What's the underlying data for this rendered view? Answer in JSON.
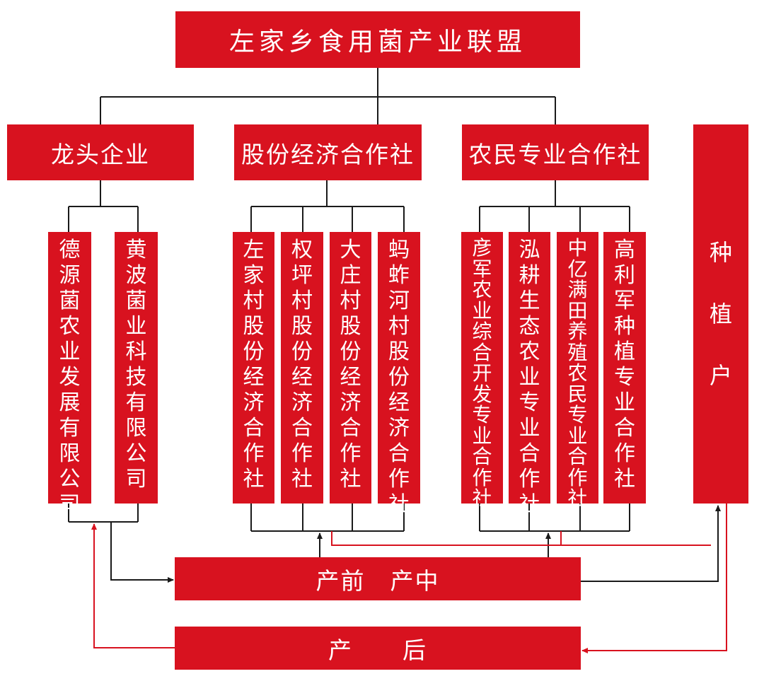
{
  "title": "左家乡食用菌产业联盟",
  "categories": {
    "leader": "龙头企业",
    "shareholding": "股份经济合作社",
    "farmer": "农民专业合作社",
    "grower": "种植户"
  },
  "companies": [
    "德源菌农业发展有限公司",
    "黄波菌业科技有限公司"
  ],
  "shareholding_coops": [
    "左家村股份经济合作社",
    "权坪村股份经济合作社",
    "大庄村股份经济合作社",
    "蚂蚱河村股份经济合作社"
  ],
  "farmer_coops": [
    "彦军农业综合开发专业合作社",
    "泓耕生态农业专业合作社",
    "中亿满田养殖农民专业合作社",
    "高利军种植专业合作社"
  ],
  "stages": {
    "pre_mid": "产前　产中",
    "post": "产　　后"
  },
  "colors": {
    "box_red": "#d8121f",
    "line_black": "#1a1a1a",
    "arrow_red": "#d8121f"
  }
}
